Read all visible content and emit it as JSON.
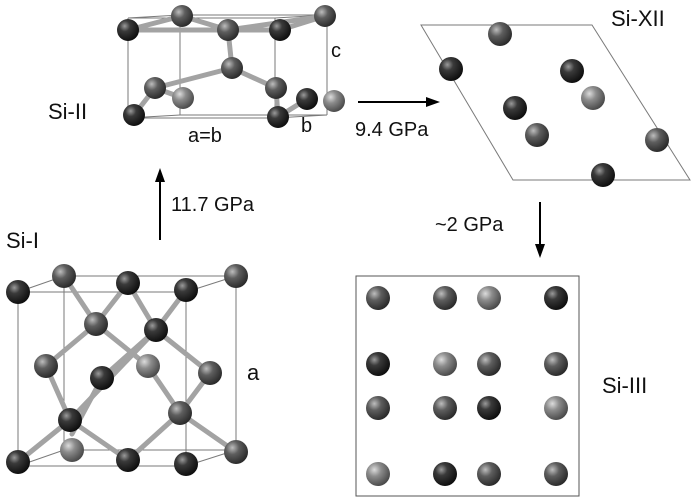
{
  "phases": {
    "si1": "Si-I",
    "si2": "Si-II",
    "si12": "Si-XII",
    "si3": "Si-III"
  },
  "transitions": {
    "si1_to_si2": "11.7 GPa",
    "si2_to_si12": "9.4 GPa",
    "si12_to_si3": "~2 GPa"
  },
  "axes": {
    "si2_ab": "a=b",
    "si2_b": "b",
    "si2_c": "c",
    "si1_a": "a"
  },
  "colors": {
    "atom_dark": "#222222",
    "atom_mid": "#555555",
    "atom_light": "#8a8a8a",
    "bond": "#a8a8a8",
    "cell_edge": "#777777",
    "arrow": "#000000"
  }
}
